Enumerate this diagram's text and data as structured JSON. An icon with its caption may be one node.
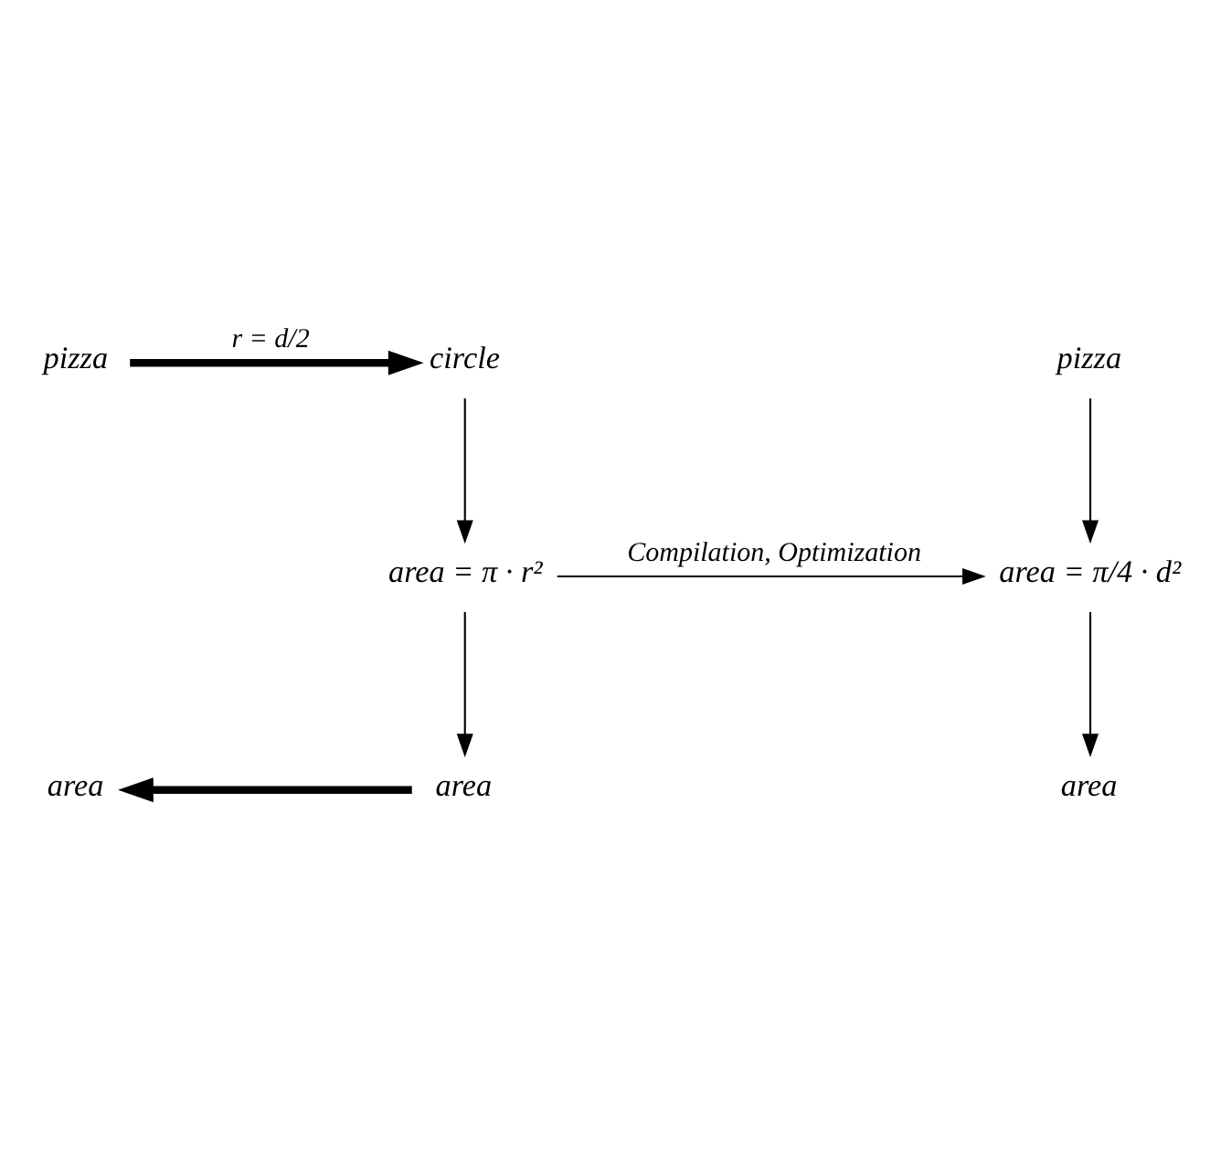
{
  "diagram": {
    "nodes": [
      {
        "text": [
          "pizza"
        ]
      },
      {
        "text": [
          "circle"
        ]
      },
      {
        "text": [
          "area = π · r²"
        ]
      },
      {
        "text": [
          "area"
        ]
      },
      {
        "text": [
          "area"
        ]
      },
      {
        "text": [
          "pizza"
        ]
      },
      {
        "text": [
          "area = π/4 · d²"
        ]
      },
      {
        "text": [
          "area"
        ]
      }
    ],
    "edges": [
      {
        "from": 0,
        "to": 1,
        "arrow": "to",
        "label": "r = d/2",
        "style": "thick"
      },
      {
        "from": 1,
        "to": 2,
        "arrow": "to"
      },
      {
        "from": 2,
        "to": 3,
        "arrow": "to"
      },
      {
        "from": 3,
        "to": 4,
        "arrow": "to",
        "style": "thick"
      },
      {
        "from": 5,
        "to": 6,
        "arrow": "to"
      },
      {
        "from": 6,
        "to": 7,
        "arrow": "to"
      },
      {
        "from": 2,
        "to": 6,
        "arrow": "to",
        "label": "Compilation, Optimization"
      }
    ]
  }
}
